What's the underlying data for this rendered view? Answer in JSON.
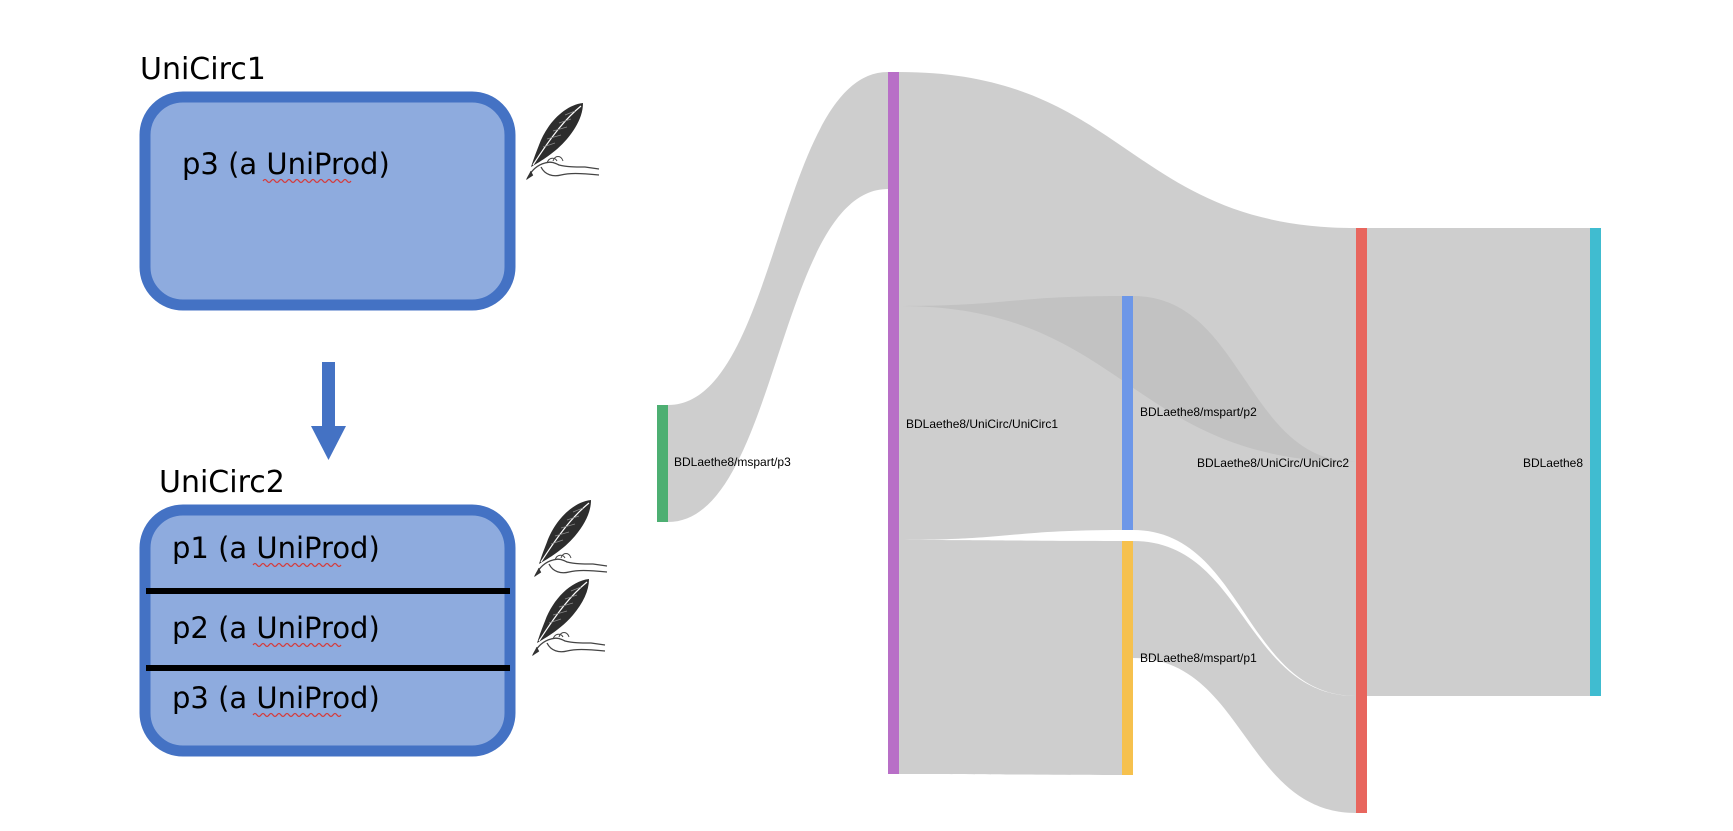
{
  "colors": {
    "box_fill": "#8eabde",
    "box_stroke": "#4472c4",
    "arrow": "#4472c4",
    "divider": "#000000",
    "link": "#bdbdbd",
    "spellcheck": "#d63a3a"
  },
  "before": {
    "title": "UniCirc1",
    "rows": [
      {
        "prefix": "p3 (a ",
        "name": "UniProd",
        "suffix": ")"
      }
    ],
    "icons": [
      "quill-pen-in-hand-icon"
    ]
  },
  "after": {
    "title": "UniCirc2",
    "rows": [
      {
        "prefix": "p1 (a ",
        "name": "UniProd",
        "suffix": ")"
      },
      {
        "prefix": "p2 (a ",
        "name": "UniProd",
        "suffix": ")"
      },
      {
        "prefix": "p3 (a ",
        "name": "UniProd",
        "suffix": ")"
      }
    ],
    "icons": [
      "quill-pen-in-hand-icon",
      "quill-pen-in-hand-icon"
    ]
  },
  "transition_icon": "arrow-down-icon",
  "sankey": {
    "nodes": [
      {
        "id": "p3",
        "label": "BDLaethe8/mspart/p3",
        "color": "#4daf72"
      },
      {
        "id": "uc1",
        "label": "BDLaethe8/UniCirc/UniCirc1",
        "color": "#b86fc7"
      },
      {
        "id": "p2",
        "label": "BDLaethe8/mspart/p2",
        "color": "#6d97e8"
      },
      {
        "id": "p1",
        "label": "BDLaethe8/mspart/p1",
        "color": "#f6c14e"
      },
      {
        "id": "uc2",
        "label": "BDLaethe8/UniCirc/UniCirc2",
        "color": "#e8665e"
      },
      {
        "id": "root",
        "label": "BDLaethe8",
        "color": "#40bcd0"
      }
    ],
    "links": [
      {
        "source": "p3",
        "target": "uc1",
        "value": 1
      },
      {
        "source": "uc1",
        "target": "uc2",
        "value": 2
      },
      {
        "source": "uc1",
        "target": "p2",
        "value": 2
      },
      {
        "source": "uc1",
        "target": "p1",
        "value": 2
      },
      {
        "source": "p2",
        "target": "uc2",
        "value": 2
      },
      {
        "source": "p1",
        "target": "uc2",
        "value": 1
      },
      {
        "source": "uc2",
        "target": "root",
        "value": 4
      }
    ]
  }
}
